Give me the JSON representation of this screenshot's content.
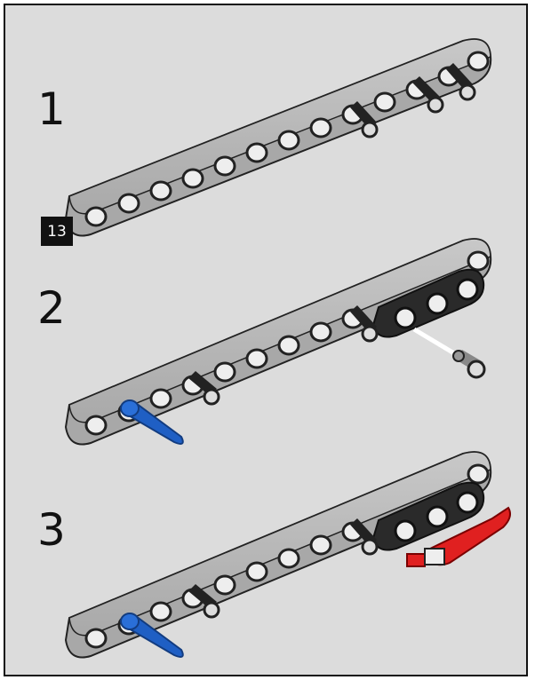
{
  "page": {
    "page_number": "13"
  },
  "steps": [
    {
      "number": "1"
    },
    {
      "number": "2"
    },
    {
      "number": "3"
    }
  ]
}
